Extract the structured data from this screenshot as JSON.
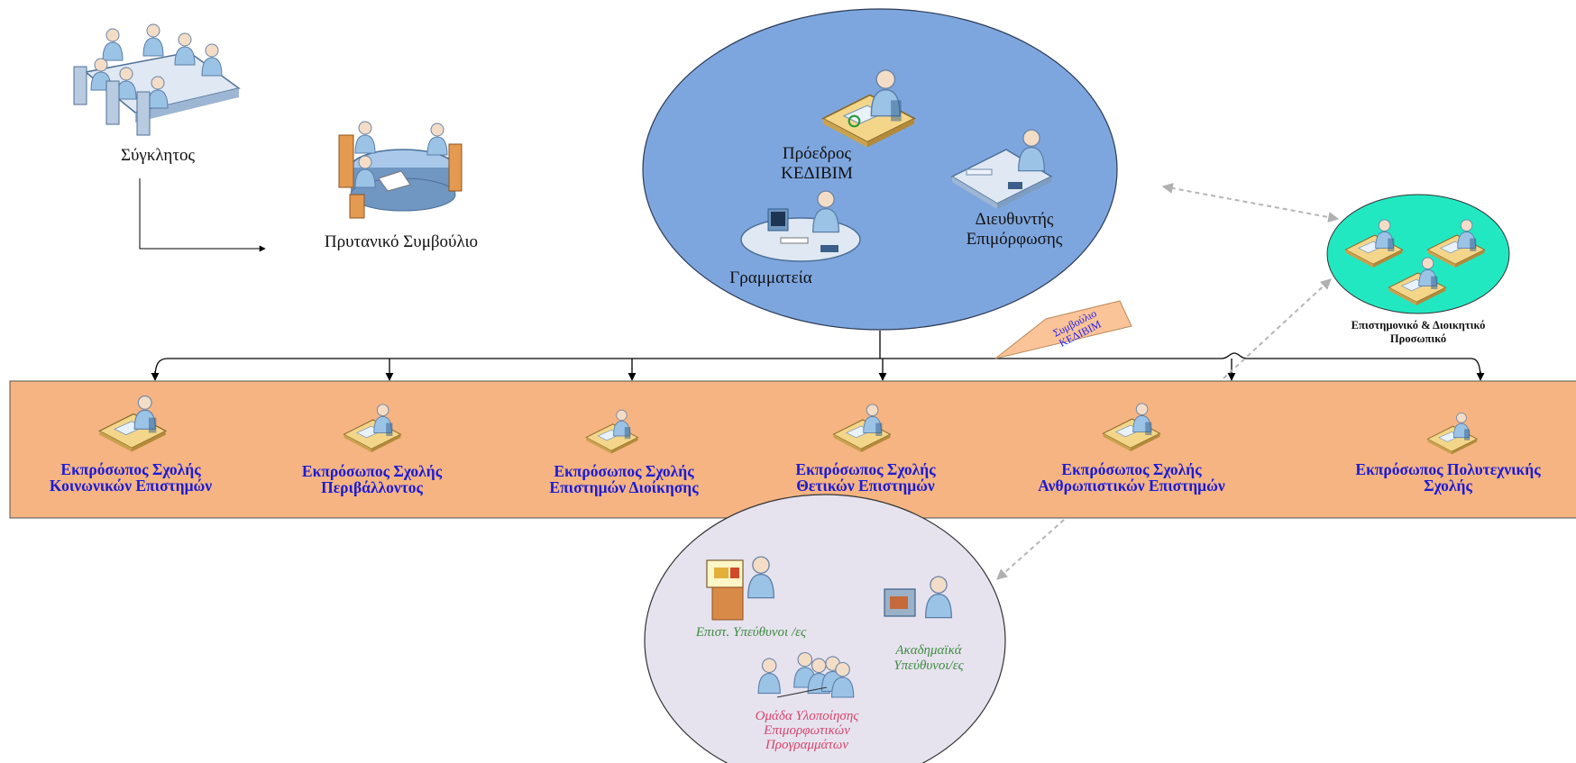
{
  "governance": {
    "senate": "Σύγκλητος",
    "rectorate": "Πρυτανικό Συμβούλιο"
  },
  "kedivim": {
    "president": [
      "Πρόεδρος",
      "ΚΕΔΙΒΙΜ"
    ],
    "director": [
      "Διευθυντής",
      "Επιμόρφωσης"
    ],
    "secretariat": "Γραμματεία",
    "council_tag": [
      "Συμβούλιο",
      "ΚΕΔΙΒΙΜ"
    ]
  },
  "staff": [
    "Επιστημονικό & Διοικητικό",
    "Προσωπικό"
  ],
  "representatives": [
    [
      "Εκπρόσωπος Σχολής",
      "Κοινωνικών Επιστημών"
    ],
    [
      "Εκπρόσωπος Σχολής",
      "Περιβάλλοντος"
    ],
    [
      "Εκπρόσωπος Σχολής",
      "Επιστημών Διοίκησης"
    ],
    [
      "Εκπρόσωπος Σχολής",
      "Θετικών Επιστημών"
    ],
    [
      "Εκπρόσωπος Σχολής",
      "Ανθρωπιστικών Επιστημών"
    ],
    [
      "Εκπρόσωπος Πολυτεχνικής",
      "Σχολής"
    ]
  ],
  "implementation": {
    "scientific_leads": "Επιστ. Υπεύθυνοι /ες",
    "academic_leads": [
      "Ακαδημαϊκά",
      "Υπεύθυνοι/ες"
    ],
    "team": [
      "Ομάδα Υλοποίησης",
      "Επιμορφωτικών",
      "Προγραμμάτων"
    ]
  },
  "colors": {
    "main_circle": "#7ea6de",
    "staff_circle": "#22e8c2",
    "band": "#f5b482",
    "bottom_circle": "#e6e3ef",
    "representative_text": "#1b1bd6",
    "accent_green": "#3f8a3f",
    "accent_red": "#d9436b"
  },
  "icons": [
    "meeting-table-icon",
    "round-table-icon",
    "desk-person-icon",
    "presenter-icon",
    "group-icon"
  ]
}
